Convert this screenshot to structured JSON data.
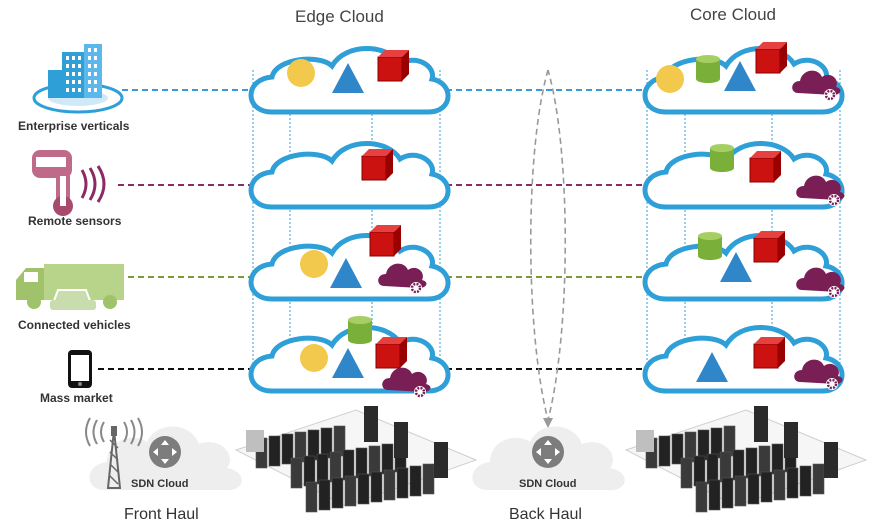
{
  "titles": {
    "edge": "Edge Cloud",
    "core": "Core Cloud"
  },
  "sources": [
    {
      "label": "Enterprise verticals",
      "icon": "enterprise-building-icon",
      "line_color": "#3a9ad9"
    },
    {
      "label": "Remote sensors",
      "icon": "remote-sensor-icon",
      "line_color": "#8b2a63"
    },
    {
      "label": "Connected vehicles",
      "icon": "connected-vehicle-icon",
      "line_color": "#7a9a3a"
    },
    {
      "label": "Mass market",
      "icon": "smartphone-icon",
      "line_color": "#111111"
    }
  ],
  "edge_clouds": [
    [
      "circle",
      "triangle",
      "cube"
    ],
    [
      "cube"
    ],
    [
      "circle",
      "triangle",
      "cube",
      "gear-cloud"
    ],
    [
      "circle",
      "triangle",
      "cylinder",
      "cube",
      "gear-cloud"
    ]
  ],
  "core_clouds": [
    [
      "circle",
      "cylinder",
      "triangle",
      "cube",
      "gear-cloud"
    ],
    [
      "cylinder",
      "cube",
      "gear-cloud"
    ],
    [
      "cylinder",
      "triangle",
      "cube",
      "gear-cloud"
    ],
    [
      "triangle",
      "cube",
      "gear-cloud"
    ]
  ],
  "sdn": {
    "front": "SDN Cloud",
    "back": "SDN Cloud"
  },
  "hauls": {
    "front": "Front Haul",
    "back": "Back Haul"
  },
  "colors": {
    "cloud_outline": "#2f9fd8",
    "circle": "#f2c94c",
    "triangle": "#2f86c9",
    "cube": "#cc1111",
    "cylinder": "#7ab03a",
    "gear_cloud": "#7a1f55",
    "sdn_cloud": "#eeeeee"
  }
}
